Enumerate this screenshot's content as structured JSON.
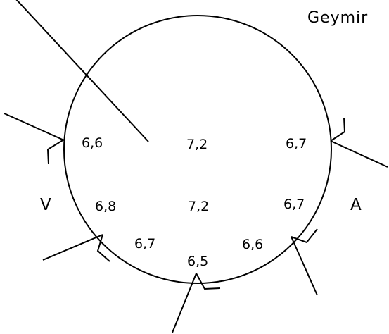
{
  "title": "Geymir",
  "side_left": "V",
  "side_right": "A",
  "readings": {
    "left_upper": "6,6",
    "center_upper": "7,2",
    "right_upper": "6,7",
    "left_middle": "6,8",
    "center_middle": "7,2",
    "right_middle": "6,7",
    "lower_left": "6,7",
    "lower_right": "6,6",
    "bottom": "6,5"
  },
  "colors": {
    "stroke": "#000000",
    "background": "#ffffff"
  }
}
